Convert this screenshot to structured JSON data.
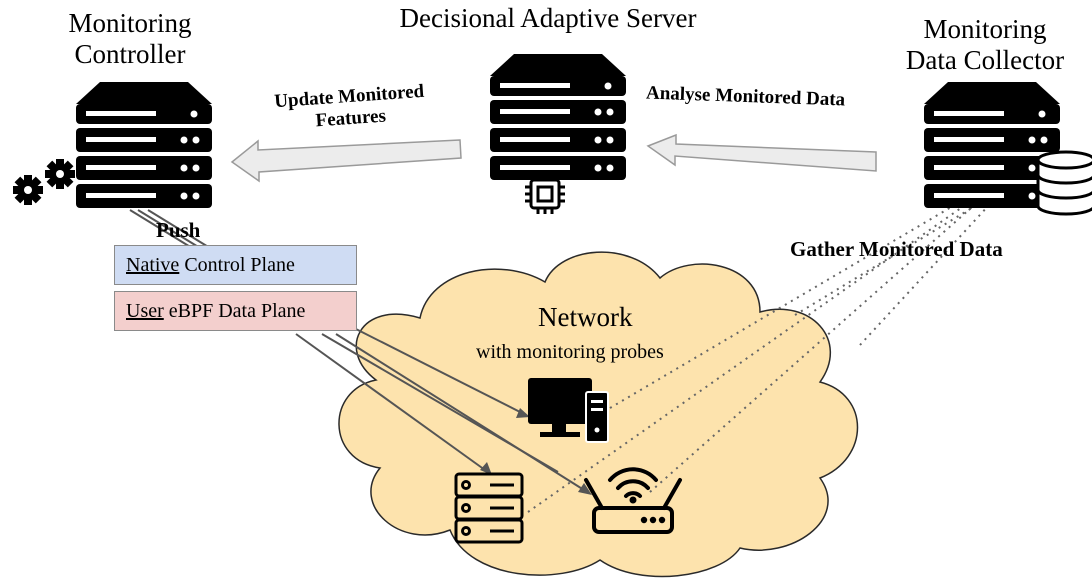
{
  "nodes": {
    "monitoring_controller": {
      "line1": "Monitoring",
      "line2": "Controller"
    },
    "decisional_server": {
      "title": "Decisional Adaptive Server"
    },
    "data_collector": {
      "line1": "Monitoring",
      "line2": "Data Collector"
    },
    "network": {
      "title": "Network",
      "subtitle": "with monitoring probes"
    }
  },
  "edges": {
    "update": {
      "line1": "Update Monitored",
      "line2": "Features"
    },
    "analyse": {
      "label": "Analyse Monitored Data"
    },
    "push": {
      "label": "Push"
    },
    "gather": {
      "label": "Gather Monitored Data"
    }
  },
  "planes": {
    "native": {
      "underlined": "Native",
      "rest": " Control Plane",
      "color": "#cfdcf3"
    },
    "user": {
      "underlined": "User",
      "rest": " eBPF Data Plane",
      "color": "#f3cfcd"
    }
  },
  "colors": {
    "cloud": "#fde3ad",
    "arrow_fill": "#ececec",
    "arrow_stroke": "#9a9a9a"
  },
  "icons": [
    "server-rack-icon",
    "gears-icon",
    "cpu-chip-icon",
    "database-icon",
    "desktop-computer-icon",
    "wifi-router-icon",
    "server-tower-icon"
  ]
}
